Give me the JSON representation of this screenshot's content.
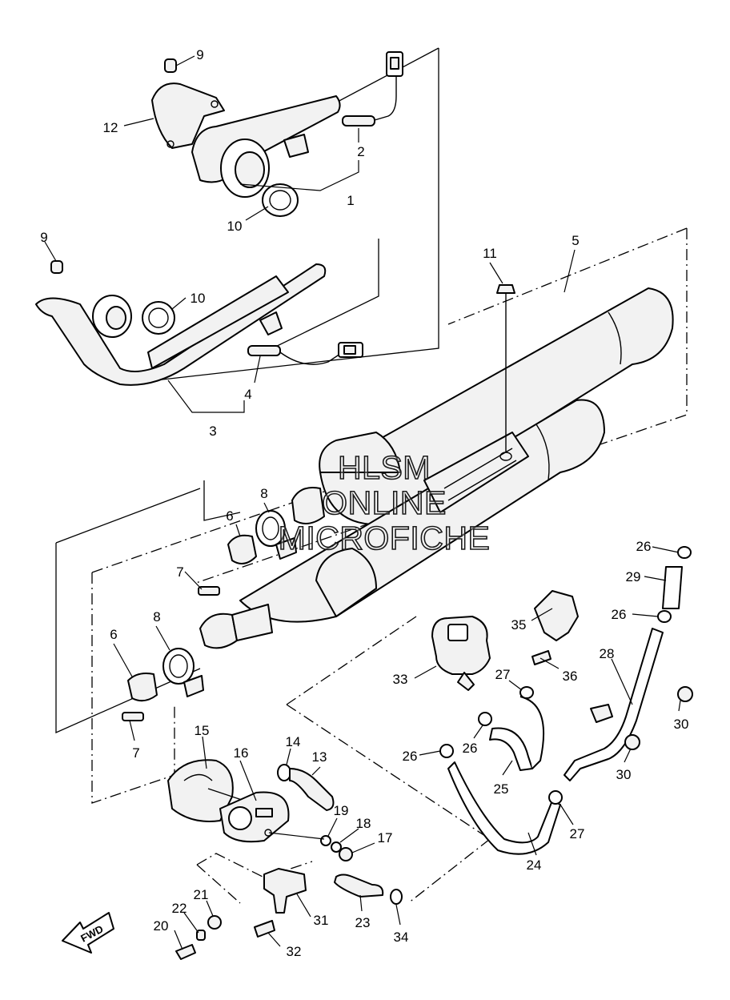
{
  "watermark": {
    "line1": "HLSM",
    "line2": "ONLINE",
    "line3": "MICROFICHE"
  },
  "fwd_label": "FWD",
  "callouts": {
    "c1": "1",
    "c2": "2",
    "c3": "3",
    "c4": "4",
    "c5": "5",
    "c6a": "6",
    "c6b": "6",
    "c7a": "7",
    "c7b": "7",
    "c8a": "8",
    "c8b": "8",
    "c9a": "9",
    "c9b": "9",
    "c10a": "10",
    "c10b": "10",
    "c11": "11",
    "c12": "12",
    "c13": "13",
    "c14": "14",
    "c15": "15",
    "c16": "16",
    "c17": "17",
    "c18": "18",
    "c19": "19",
    "c20": "20",
    "c21": "21",
    "c22": "22",
    "c23": "23",
    "c24": "24",
    "c25": "25",
    "c26a": "26",
    "c26b": "26",
    "c26c": "26",
    "c26d": "26",
    "c27a": "27",
    "c27b": "27",
    "c28": "28",
    "c29": "29",
    "c30a": "30",
    "c30b": "30",
    "c31": "31",
    "c32": "32",
    "c33": "33",
    "c34": "34",
    "c35": "35",
    "c36": "36"
  }
}
